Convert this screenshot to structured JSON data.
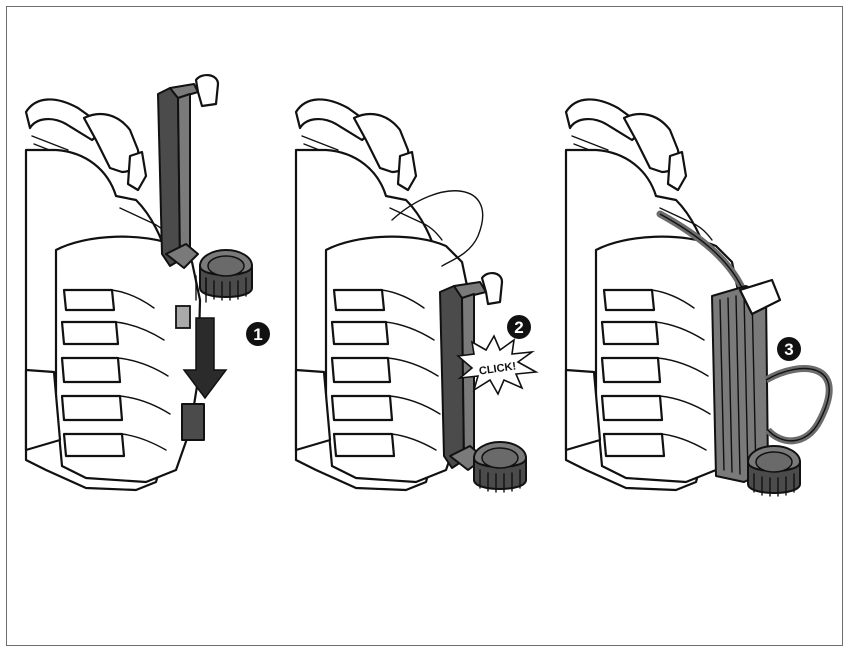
{
  "steps": [
    {
      "number": "1"
    },
    {
      "number": "2",
      "callout": "CLICK!"
    },
    {
      "number": "3"
    }
  ],
  "colors": {
    "frame": "#6e6e6e",
    "part_dark": "#4b4b4b",
    "part_mid": "#7a7a7a",
    "marker": "#111111"
  },
  "icons": [
    "down-arrow-icon",
    "click-burst-icon"
  ]
}
